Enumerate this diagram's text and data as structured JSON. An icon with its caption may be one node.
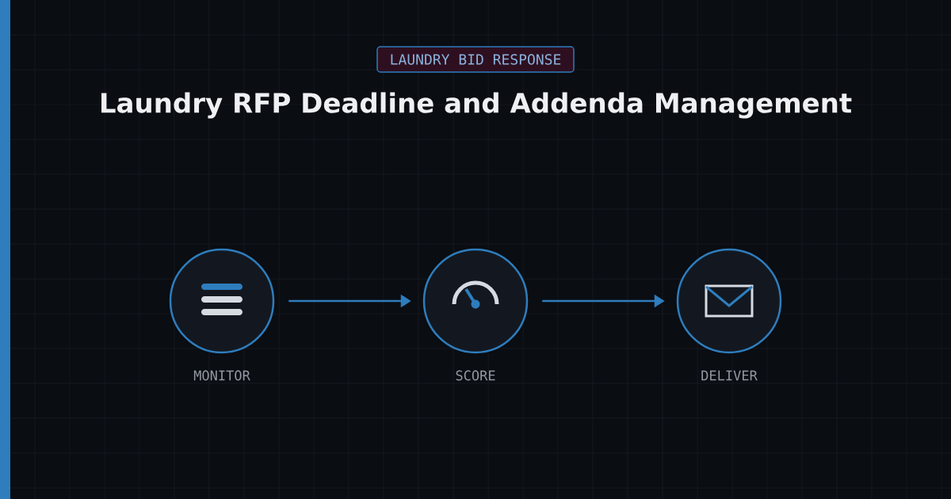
{
  "diagram": {
    "title": "Laundry RFP Deadline and Addenda Management",
    "nodes": [
      {
        "text": [
          "LAUNDRY BID RESPONSE"
        ]
      },
      {
        "text": [],
        "shape": "circle",
        "beside": [
          "MONITOR"
        ]
      },
      {
        "text": [],
        "shape": "circle",
        "beside": [
          "SCORE"
        ]
      },
      {
        "text": [],
        "shape": "circle",
        "beside": [
          "DELIVER"
        ]
      }
    ],
    "edges": [
      {
        "from": 1,
        "to": 2,
        "arrow": "to"
      },
      {
        "from": 2,
        "to": 3,
        "arrow": "to"
      }
    ]
  }
}
